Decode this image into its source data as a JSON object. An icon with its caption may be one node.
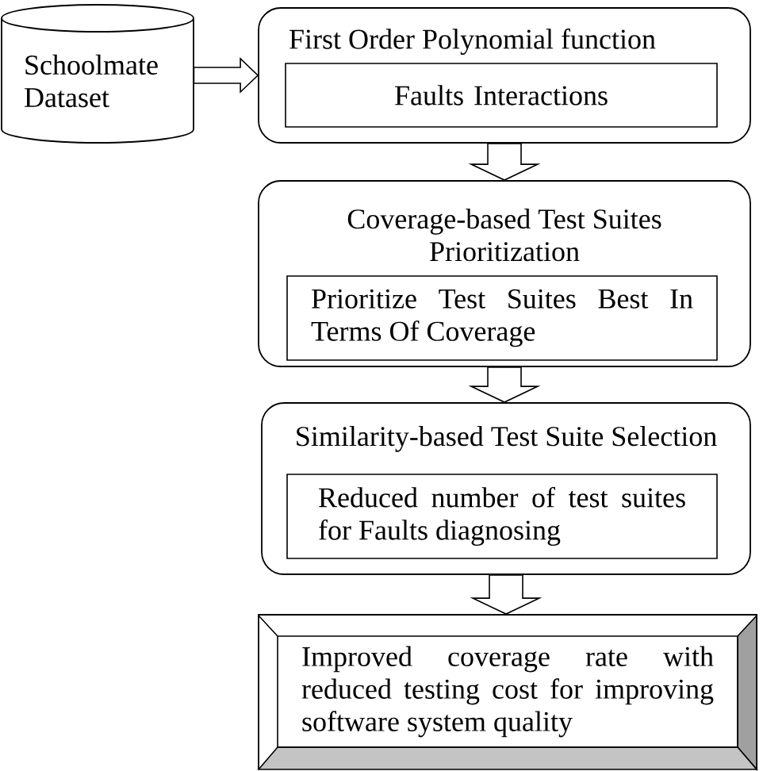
{
  "diagram": {
    "nodes": [
      {
        "text": [
          "Schoolmate Dataset"
        ]
      },
      {
        "text": [
          "First Order Polynomial function"
        ]
      },
      {
        "text": [
          "Faults Interactions"
        ],
        "in": 1
      },
      {
        "text": [
          "Coverage-based Test Suites Prioritization"
        ]
      },
      {
        "text": [
          "Prioritize Test Suites Best In Terms Of Coverage"
        ],
        "in": 3
      },
      {
        "text": [
          "Similarity-based Test Suite Selection"
        ]
      },
      {
        "text": [
          "Reduced number of test suites for Faults diagnosing"
        ],
        "in": 5
      },
      {
        "text": [
          "Improved coverage rate with reduced testing cost for improving software system quality"
        ]
      }
    ],
    "edges": [
      {
        "from": 0,
        "to": 1,
        "arrow": "to"
      },
      {
        "from": 1,
        "to": 3,
        "arrow": "to"
      },
      {
        "from": 3,
        "to": 5,
        "arrow": "to"
      },
      {
        "from": 5,
        "to": 7,
        "arrow": "to"
      }
    ]
  }
}
